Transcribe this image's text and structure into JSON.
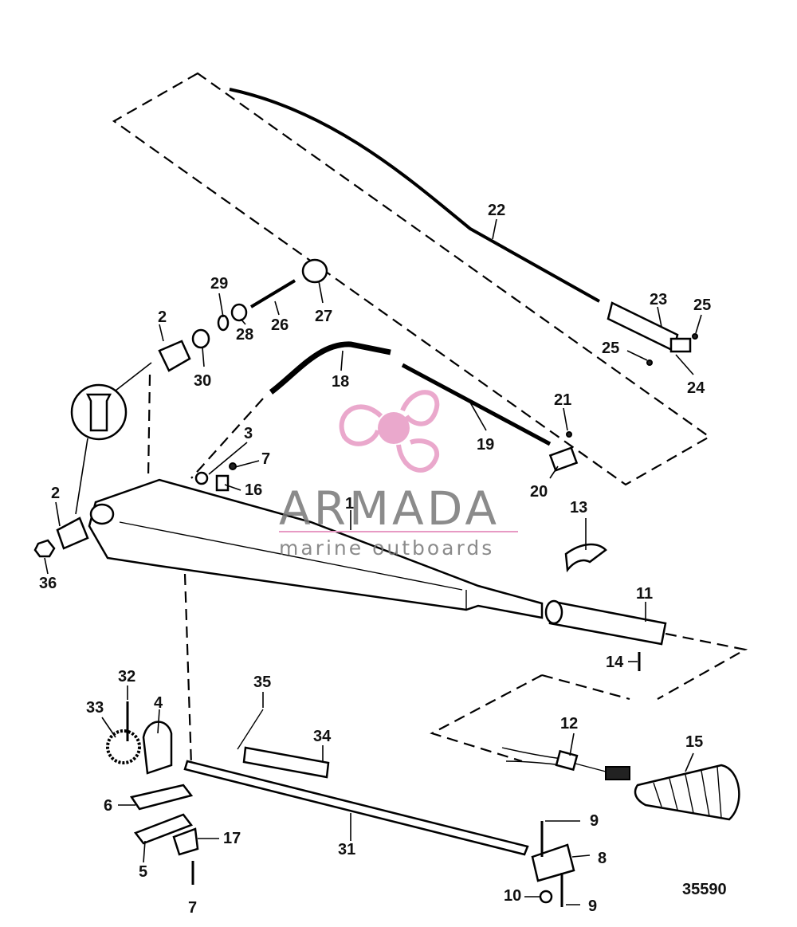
{
  "drawing_number": "35590",
  "watermark": {
    "title": "ARMADA",
    "subtitle": "marine outboards",
    "logo_color": "#e79ac4",
    "text_color": "#777777"
  },
  "callouts": {
    "c1": "1",
    "c2a": "2",
    "c2b": "2",
    "c3": "3",
    "c4": "4",
    "c5": "5",
    "c6": "6",
    "c7a": "7",
    "c7b": "7",
    "c8": "8",
    "c9a": "9",
    "c9b": "9",
    "c10": "10",
    "c11": "11",
    "c12": "12",
    "c13": "13",
    "c14": "14",
    "c15": "15",
    "c16": "16",
    "c17": "17",
    "c18": "18",
    "c19": "19",
    "c20": "20",
    "c21": "21",
    "c22": "22",
    "c23": "23",
    "c24": "24",
    "c25a": "25",
    "c25b": "25",
    "c26": "26",
    "c27": "27",
    "c28": "28",
    "c29": "29",
    "c30": "30",
    "c31": "31",
    "c32": "32",
    "c33": "33",
    "c34": "34",
    "c35": "35",
    "c36": "36"
  }
}
